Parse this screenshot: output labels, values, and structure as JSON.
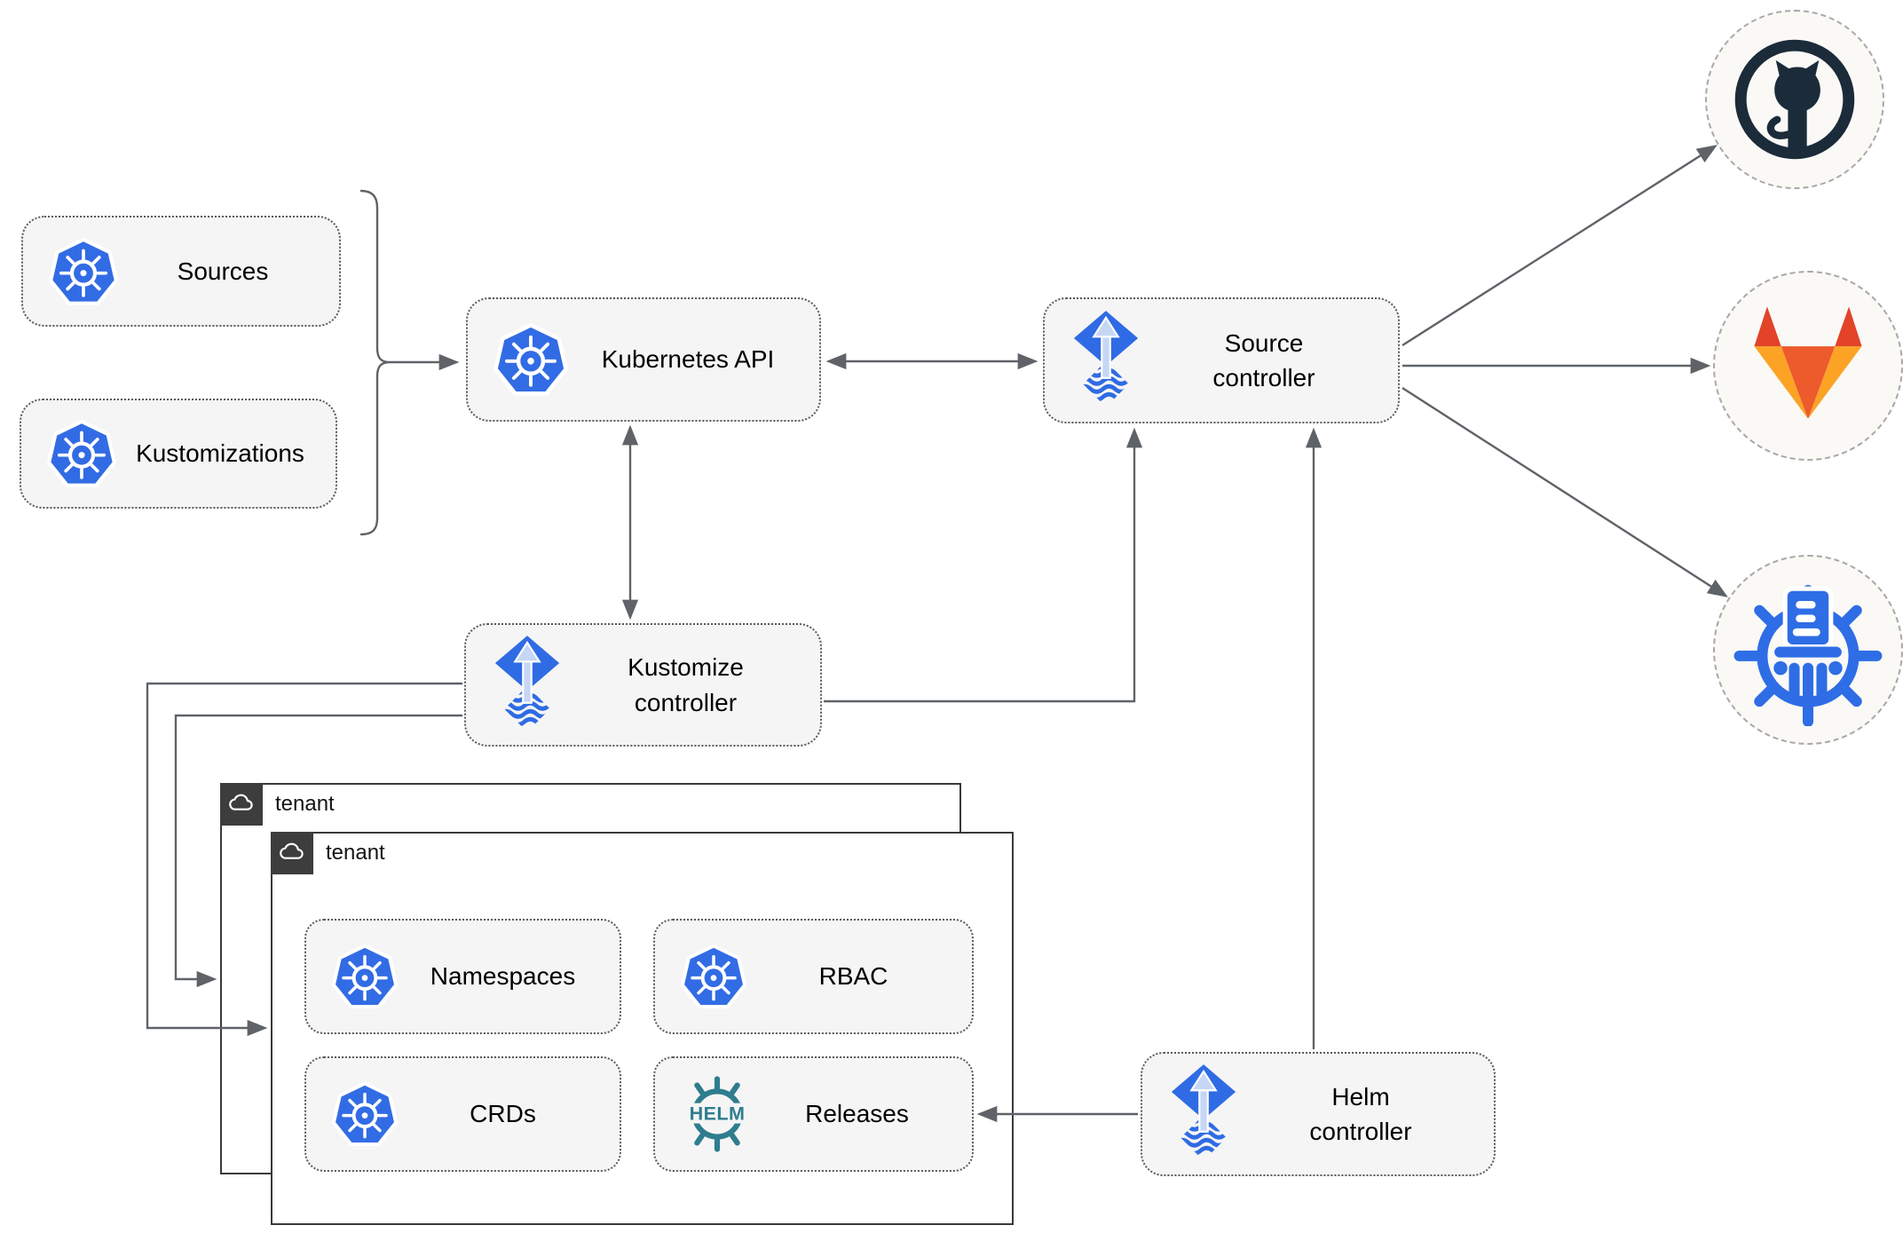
{
  "diagram": {
    "nodes": {
      "sources": {
        "label": "Sources",
        "icon": "kubernetes-icon"
      },
      "kustomizations": {
        "label": "Kustomizations",
        "icon": "kubernetes-icon"
      },
      "kubernetes_api": {
        "label": "Kubernetes API",
        "icon": "kubernetes-icon"
      },
      "source_controller": {
        "label": "Source controller",
        "icon": "flux-icon"
      },
      "kustomize_controller": {
        "label": "Kustomize controller",
        "icon": "flux-icon"
      },
      "helm_controller": {
        "label": "Helm controller",
        "icon": "flux-icon"
      },
      "namespaces": {
        "label": "Namespaces",
        "icon": "kubernetes-icon"
      },
      "rbac": {
        "label": "RBAC",
        "icon": "kubernetes-icon"
      },
      "crds": {
        "label": "CRDs",
        "icon": "kubernetes-icon"
      },
      "releases": {
        "label": "Releases",
        "icon": "helm-icon"
      }
    },
    "groups": {
      "tenant_outer": {
        "label": "tenant",
        "icon": "cloud-icon"
      },
      "tenant_inner": {
        "label": "tenant",
        "icon": "cloud-icon"
      }
    },
    "externals": {
      "github": {
        "icon": "github-icon"
      },
      "gitlab": {
        "icon": "gitlab-icon"
      },
      "chartmuseum": {
        "icon": "chartmuseum-icon"
      }
    },
    "icon_text": {
      "helm_logo": "HELM"
    },
    "connections": [
      {
        "from": "sources+kustomizations",
        "to": "kubernetes_api",
        "style": "arrow"
      },
      {
        "from": "kubernetes_api",
        "to": "source_controller",
        "style": "double-arrow"
      },
      {
        "from": "kubernetes_api",
        "to": "kustomize_controller",
        "style": "double-arrow"
      },
      {
        "from": "kustomize_controller",
        "to": "source_controller",
        "style": "arrow"
      },
      {
        "from": "kustomize_controller",
        "to": "tenant_inner",
        "style": "arrow"
      },
      {
        "from": "kustomize_controller",
        "to": "tenant_outer",
        "style": "arrow"
      },
      {
        "from": "helm_controller",
        "to": "source_controller",
        "style": "arrow"
      },
      {
        "from": "helm_controller",
        "to": "releases",
        "style": "arrow"
      },
      {
        "from": "source_controller",
        "to": "github",
        "style": "arrow"
      },
      {
        "from": "source_controller",
        "to": "gitlab",
        "style": "arrow"
      },
      {
        "from": "source_controller",
        "to": "chartmuseum",
        "style": "arrow"
      }
    ],
    "colors": {
      "kubernetes_blue": "#326ce5",
      "flux_blue": "#2f6be4",
      "flux_arrow_light": "#c6d7f5",
      "helm_teal": "#2e7d8f",
      "chartmuseum_blue": "#2e6de5",
      "github_dark": "#1b2b3a",
      "gitlab_red": "#e24329",
      "gitlab_mid_orange": "#ed5a2c",
      "gitlab_light_orange": "#fca326",
      "edge_gray": "#5f6368",
      "node_fill": "#f5f5f5",
      "tenant_tab_dark": "#3d3d3d"
    }
  }
}
